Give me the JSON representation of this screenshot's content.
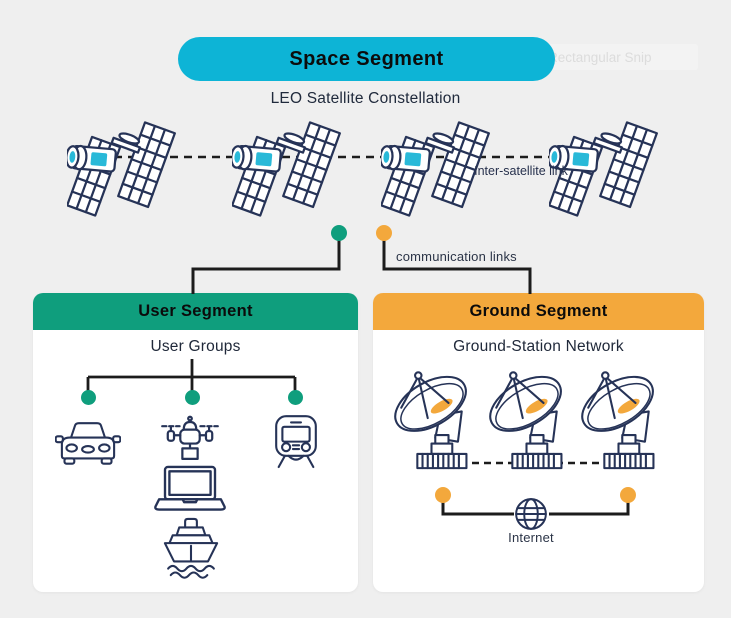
{
  "artifact": {
    "snip_label": "Rectangular Snip"
  },
  "space_segment": {
    "title": "Space Segment",
    "subtitle": "LEO Satellite Constellation",
    "satellite_count": 4,
    "satellite_icon": "satellite-icon",
    "inter_satellite_label": "Inter-satellite link"
  },
  "links": {
    "communication_label": "communication links",
    "user_node_color": "#0f9e7d",
    "ground_node_color": "#f3a83c"
  },
  "user_segment": {
    "title": "User Segment",
    "subtitle": "User Groups",
    "branch_count": 3,
    "device_icons": [
      "car-icon",
      "drone-icon",
      "train-icon",
      "laptop-icon",
      "ship-icon"
    ]
  },
  "ground_segment": {
    "title": "Ground Segment",
    "subtitle": "Ground-Station Network",
    "dish_count": 3,
    "dish_icon": "satellite-dish-icon",
    "internet_label": "Internet",
    "internet_icon": "globe-icon"
  },
  "colors": {
    "background": "#efefef",
    "cyan": "#0db4d6",
    "green": "#0f9e7d",
    "orange": "#f3a83c",
    "navy_outline": "#263357",
    "connector_black": "#1c1c1c"
  }
}
